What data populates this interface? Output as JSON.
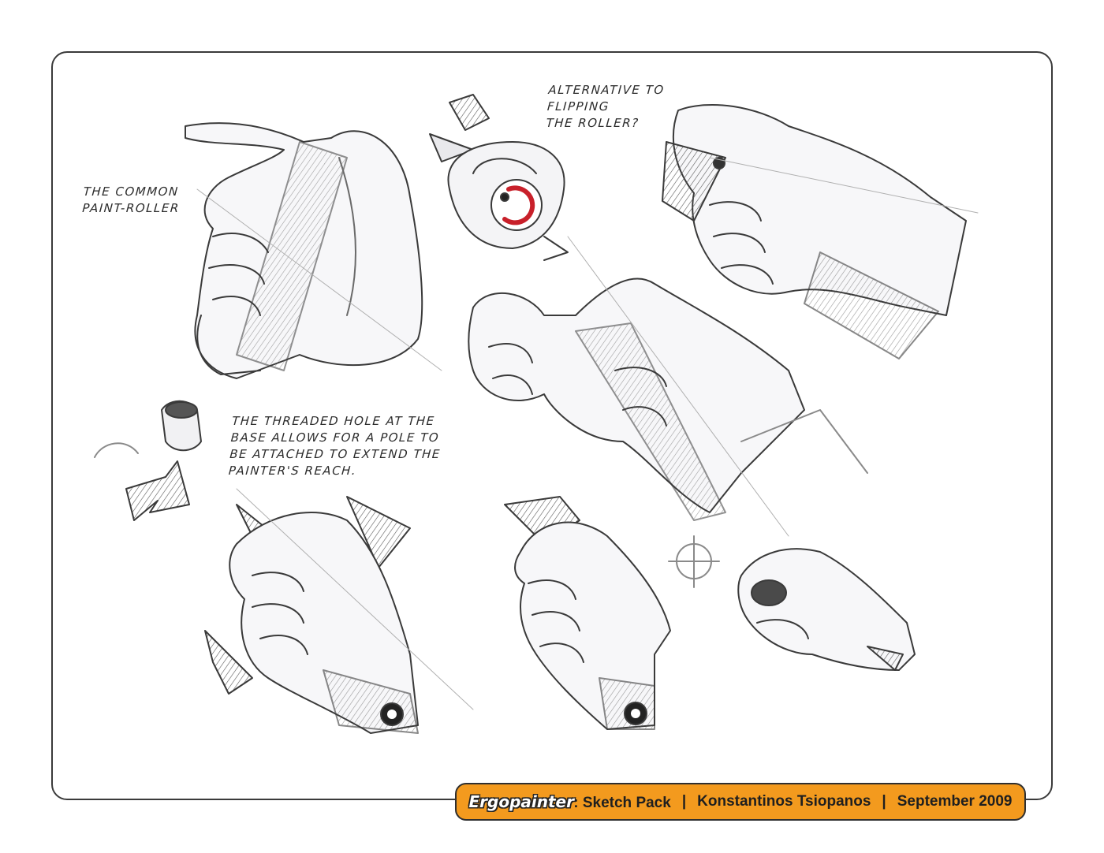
{
  "annotations": {
    "common_roller": "THE COMMON\nPAINT-ROLLER",
    "alternative": "ALTERNATIVE TO\nFLIPPING\nTHE ROLLER?",
    "threaded_hole": "THE THREADED HOLE AT THE\nBASE ALLOWS FOR A POLE TO\nBE ATTACHED TO EXTEND THE\nPAINTER'S REACH."
  },
  "footer": {
    "brand": "Ergopainter",
    "colon": ":",
    "pack": "Sketch Pack",
    "separator": "|",
    "author": "Konstantinos Tsiopanos",
    "date": "September 2009"
  },
  "colors": {
    "footer_bg": "#f39a1e",
    "accent_red": "#c8202a",
    "ink": "#2b2b2b"
  }
}
